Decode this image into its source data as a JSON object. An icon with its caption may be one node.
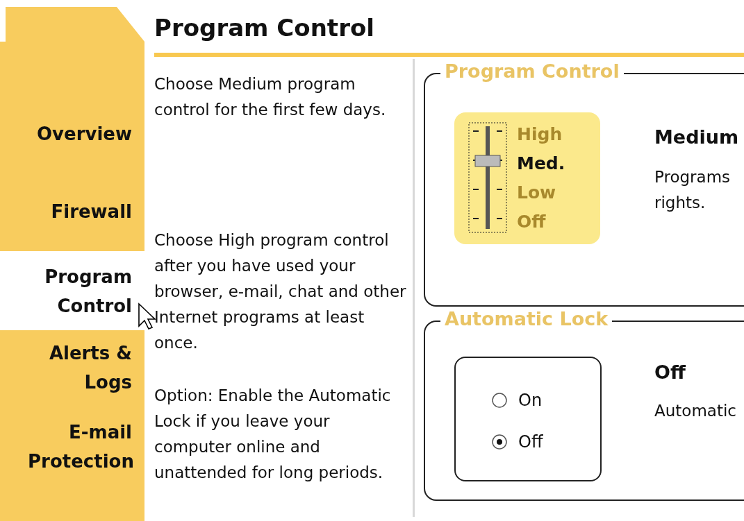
{
  "diagram": {
    "title": "Program Control",
    "nodes": [
      {
        "text": [
          "Overview"
        ]
      },
      {
        "text": [
          "Firewall"
        ]
      },
      {
        "text": [
          "Program Control"
        ]
      },
      {
        "text": [
          "Alerts & Logs"
        ]
      },
      {
        "text": [
          "E-mail Protection"
        ]
      },
      {
        "text": [
          "Program Control",
          "Medium",
          "Programs rights."
        ]
      },
      {
        "text": [
          "High",
          "Med.",
          "Low",
          "Off"
        ],
        "in": 5
      },
      {
        "text": [
          "Automatic Lock",
          "Off",
          "Automatic"
        ]
      },
      {
        "text": [
          "On",
          "Off"
        ],
        "in": 7
      }
    ],
    "edges": [],
    "labels": [
      "Choose Medium program control for the first few days.",
      "Choose High program control after you have used your browser, e-mail, chat and other Internet programs at least once.",
      "Option: Enable the Automatic Lock if you leave your computer online and unattended for long periods."
    ]
  }
}
